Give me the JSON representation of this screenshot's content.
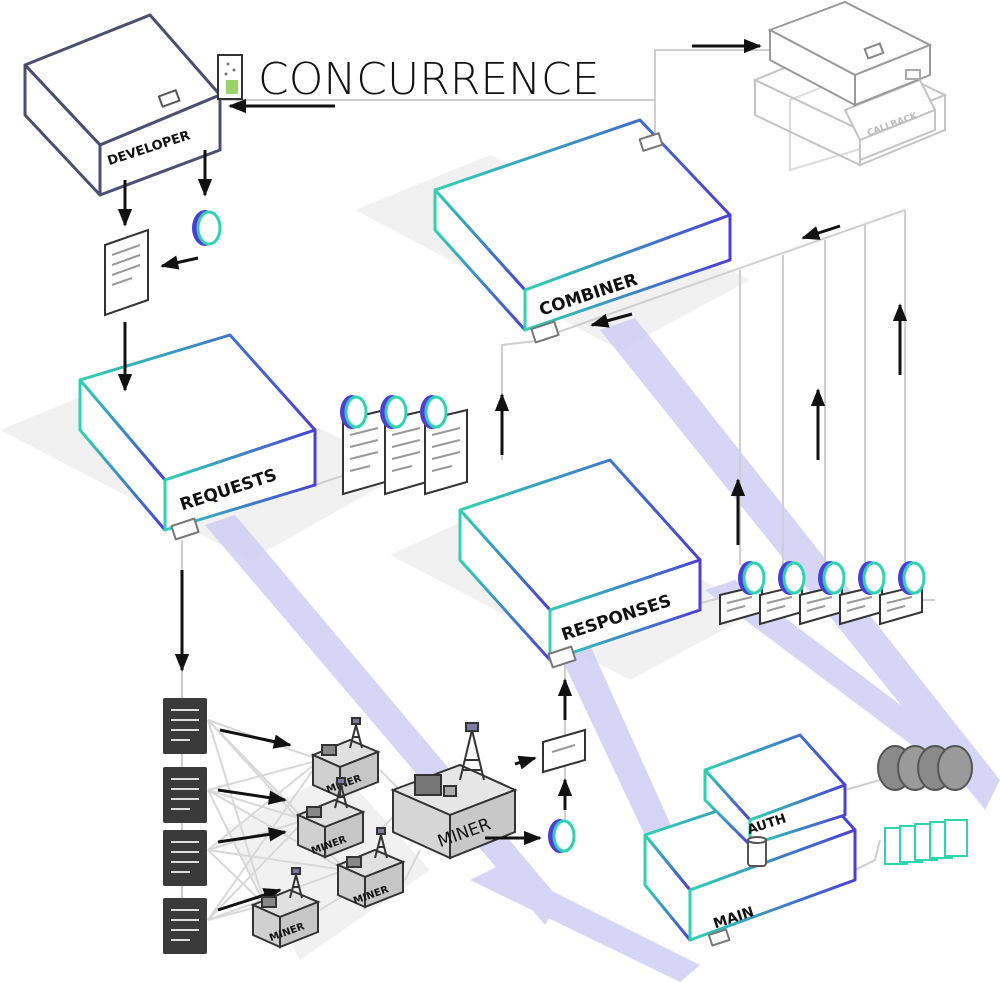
{
  "title": "CONCURRENCE",
  "labels": {
    "developer": "DEVELOPER",
    "combiner": "COMBINER",
    "requests": "REQUESTS",
    "responses": "RESPONSES",
    "callback": "CALLBACK",
    "auth": "AUTH",
    "main": "MAIN",
    "miner": "MINER"
  },
  "colors": {
    "gradient_start": "#2ed3b0",
    "gradient_end": "#4b3fd6",
    "developer_outline": "#4a4f72",
    "stream": "#c9c8f3",
    "shadow": "#f0f0f0",
    "line": "#cccccc",
    "dark_doc": "#3a3a3a"
  }
}
